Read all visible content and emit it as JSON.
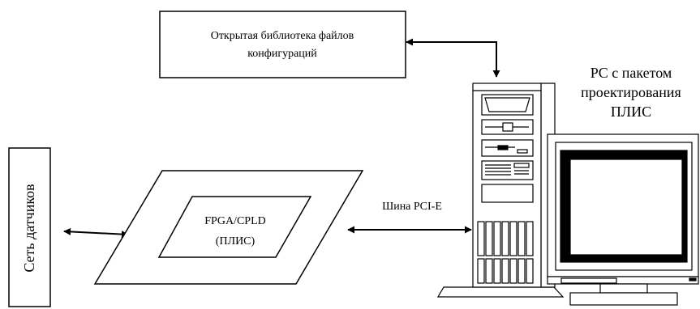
{
  "library": {
    "line1": "Открытая библиотека файлов",
    "line2": "конфигураций"
  },
  "pc": {
    "line1": "PC с пакетом",
    "line2": "проектирования",
    "line3": "ПЛИС"
  },
  "sensors": {
    "label": "Сеть датчиков"
  },
  "fpga": {
    "line1": "FPGA/CPLD",
    "line2": "(ПЛИС)"
  },
  "bus": {
    "label": "Шина PCI-E"
  }
}
